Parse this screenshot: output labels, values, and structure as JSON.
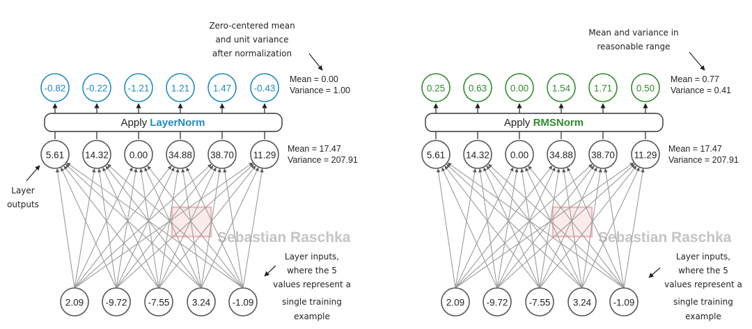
{
  "panels": [
    {
      "id": "layernorm",
      "theme_color": "#1f8ac0",
      "box_prefix": "Apply ",
      "box_highlight": "LayerNorm",
      "normalized_values": [
        "-0.82",
        "-0.22",
        "-1.21",
        "1.21",
        "1.47",
        "-0.43"
      ],
      "normalized_mean": "Mean = 0.00",
      "normalized_variance": "Variance = 1.00",
      "layer_outputs": [
        "5.61",
        "14.32",
        "0.00",
        "34.88",
        "38.70",
        "11.29"
      ],
      "outputs_mean": "Mean = 17.47",
      "outputs_variance": "Variance = 207.91",
      "inputs": [
        "2.09",
        "-9.72",
        "-7.55",
        "3.24",
        "-1.09"
      ],
      "top_note": [
        "Zero-centered mean",
        "and unit variance",
        "after normalization"
      ],
      "outputs_label": [
        "Layer",
        "outputs"
      ],
      "inputs_note": [
        "Layer inputs,",
        "where the 5",
        "values represent a",
        "single training",
        "example"
      ],
      "watermark": "Sebastian Raschka"
    },
    {
      "id": "rmsnorm",
      "theme_color": "#2e8b2e",
      "box_prefix": "Apply ",
      "box_highlight": "RMSNorm",
      "normalized_values": [
        "0.25",
        "0.63",
        "0.00",
        "1.54",
        "1.71",
        "0.50"
      ],
      "normalized_mean": "Mean = 0.77",
      "normalized_variance": "Variance = 0.41",
      "layer_outputs": [
        "5.61",
        "14.32",
        "0.00",
        "34.88",
        "38.70",
        "11.29"
      ],
      "outputs_mean": "Mean = 17.47",
      "outputs_variance": "Variance = 207.91",
      "inputs": [
        "2.09",
        "-9.72",
        "-7.55",
        "3.24",
        "-1.09"
      ],
      "top_note": [
        "Mean and variance in",
        "reasonable range"
      ],
      "inputs_note": [
        "Layer inputs,",
        "where the 5",
        "values represent a",
        "single training",
        "example"
      ],
      "watermark": "Sebastian Raschka"
    }
  ]
}
